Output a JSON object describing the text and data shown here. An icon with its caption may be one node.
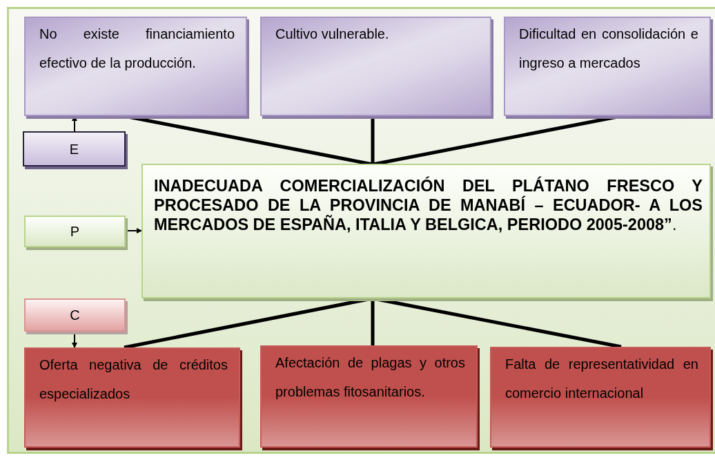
{
  "diagram": {
    "nodes": [
      {
        "text": [
          "No existe financiamiento efectivo de la producción."
        ]
      },
      {
        "text": [
          "Cultivo vulnerable."
        ]
      },
      {
        "text": [
          "Dificultad en consolidación e ingreso a mercados"
        ]
      },
      {
        "text": [
          "E"
        ]
      },
      {
        "text": [
          "P"
        ]
      },
      {
        "text": [
          "**INADECUADA COMERCIALIZACIÓN DEL PLÁTANO FRESCO Y PROCESADO DE LA PROVINCIA DE MANABÍ – ECUADOR- A LOS MERCADOS DE ESPAÑA, ITALIA Y BELGICA, PERIODO 2005-2008”**."
        ]
      },
      {
        "text": [
          "C"
        ]
      },
      {
        "text": [
          "Oferta negativa de créditos especializados"
        ]
      },
      {
        "text": [
          "Afectación de plagas y otros problemas fitosanitarios."
        ]
      },
      {
        "text": [
          "Falta de representatividad en comercio internacional"
        ]
      }
    ],
    "edges": [
      {
        "from": 5,
        "to": 0,
        "arrow": "none"
      },
      {
        "from": 5,
        "to": 1,
        "arrow": "none"
      },
      {
        "from": 5,
        "to": 2,
        "arrow": "none"
      },
      {
        "from": 3,
        "to": 0,
        "arrow": "to"
      },
      {
        "from": 4,
        "to": 5,
        "arrow": "to"
      },
      {
        "from": 6,
        "to": 7,
        "arrow": "to"
      },
      {
        "from": 5,
        "to": 7,
        "arrow": "none"
      },
      {
        "from": 5,
        "to": 8,
        "arrow": "none"
      },
      {
        "from": 5,
        "to": 9,
        "arrow": "none"
      }
    ]
  }
}
